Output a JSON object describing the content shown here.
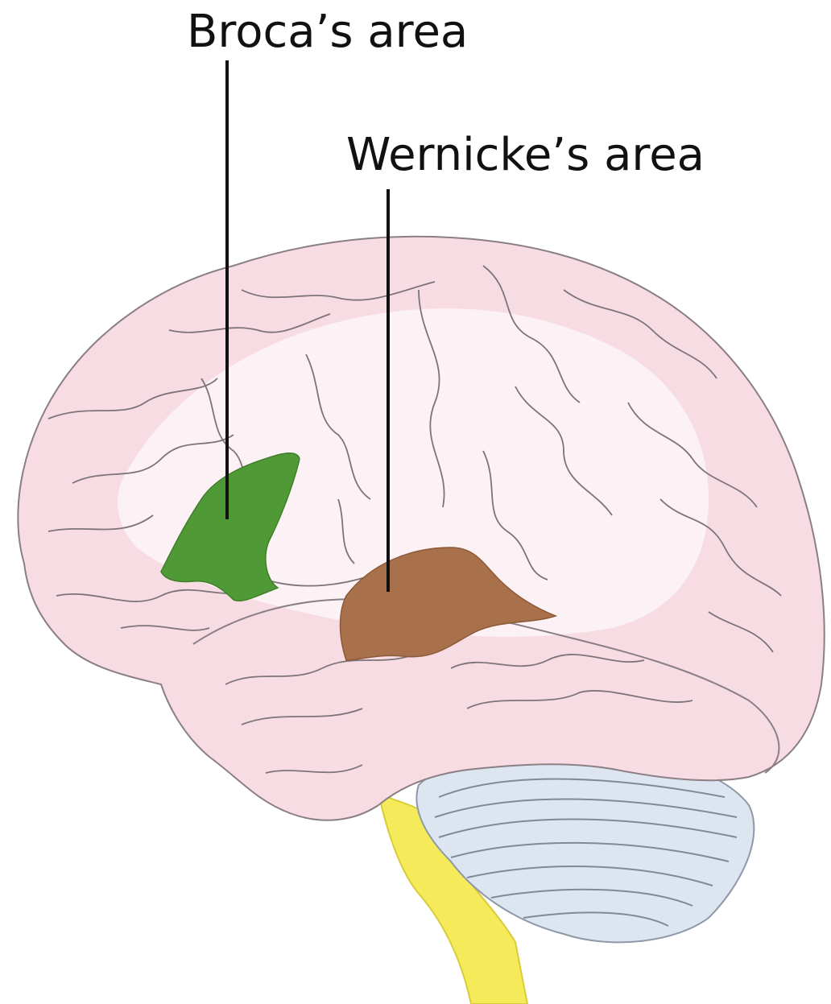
{
  "labels": {
    "broca": "Broca’s area",
    "wernicke": "Wernicke’s area"
  },
  "colors": {
    "cortex": "#f7dde3",
    "cortex_highlight": "#fbeef1",
    "sulcus_line": "#7d7478",
    "broca_region": "#4f9a36",
    "wernicke_region": "#a8704b",
    "cerebellum": "#dde6f0",
    "brainstem": "#f4ea5a",
    "leader_line": "#111111"
  },
  "regions": [
    {
      "name": "Broca’s area",
      "color_key": "broca_region"
    },
    {
      "name": "Wernicke’s area",
      "color_key": "wernicke_region"
    }
  ]
}
